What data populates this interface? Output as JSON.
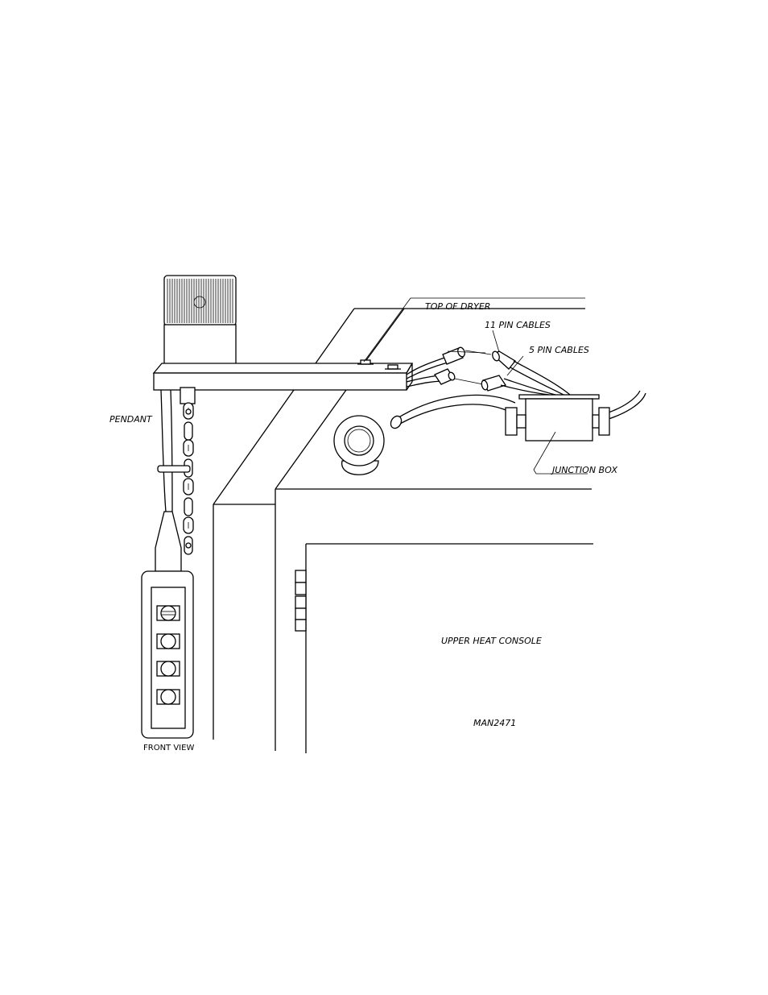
{
  "labels": {
    "top_of_dryer": "TOP OF DRYER",
    "eleven_pin_cables": "11 PIN CABLES",
    "five_pin_cables": "5 PIN CABLES",
    "pendant": "PENDANT",
    "junction_box": "JUNCTION BOX",
    "upper_heat_console": "UPPER HEAT CONSOLE",
    "drawing_number": "MAN2471",
    "front_view": "FRONT VIEW"
  }
}
